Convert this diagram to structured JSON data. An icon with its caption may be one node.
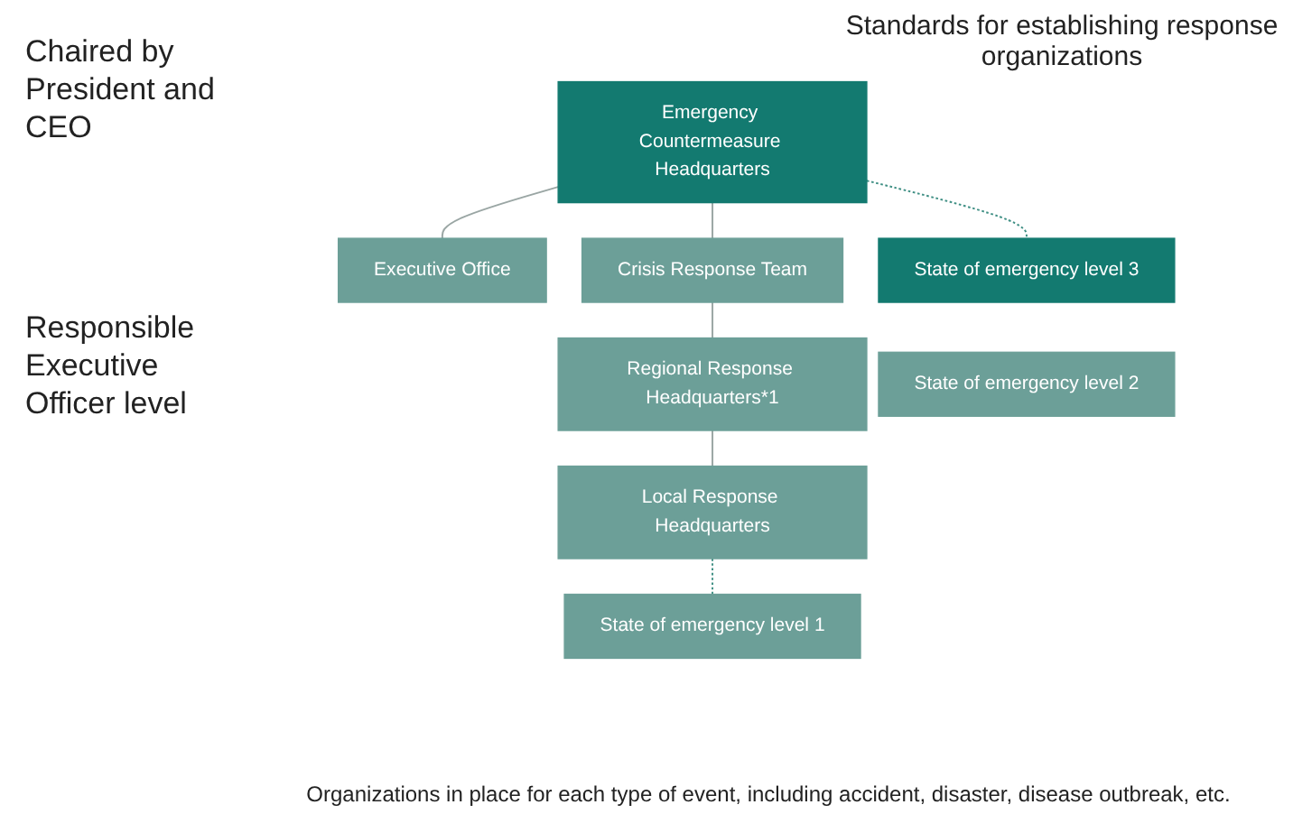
{
  "diagram": {
    "nodes": [
      {
        "text": [
          "Emergency Countermeasure Headquarters"
        ]
      },
      {
        "text": [
          "Executive Office"
        ]
      },
      {
        "text": [
          "Crisis Response Team"
        ]
      },
      {
        "text": [
          "Regional Response Headquarters*1"
        ]
      },
      {
        "text": [
          "Local Response Headquarters"
        ]
      },
      {
        "text": [
          "State of emergency level 3"
        ]
      },
      {
        "text": [
          "State of emergency level 2"
        ]
      },
      {
        "text": [
          "State of emergency level 1"
        ]
      }
    ],
    "edges": [
      {
        "from": 0,
        "to": 1,
        "arrow": "none"
      },
      {
        "from": 0,
        "to": 2,
        "arrow": "none"
      },
      {
        "from": 2,
        "to": 3,
        "arrow": "none"
      },
      {
        "from": 3,
        "to": 4,
        "arrow": "none"
      },
      {
        "from": 0,
        "to": 5,
        "arrow": "none",
        "style": "dashed",
        "color": "#3f8f84"
      },
      {
        "from": 4,
        "to": 7,
        "arrow": "none",
        "style": "dashed",
        "color": "#3f8f84"
      }
    ],
    "labels": [
      "Chaired by President and CEO",
      "Standards for establishing response organizations",
      "Responsible Executive Officer level",
      "Organizations in place for each type of event, including accident, disaster, disease outbreak, etc."
    ]
  }
}
